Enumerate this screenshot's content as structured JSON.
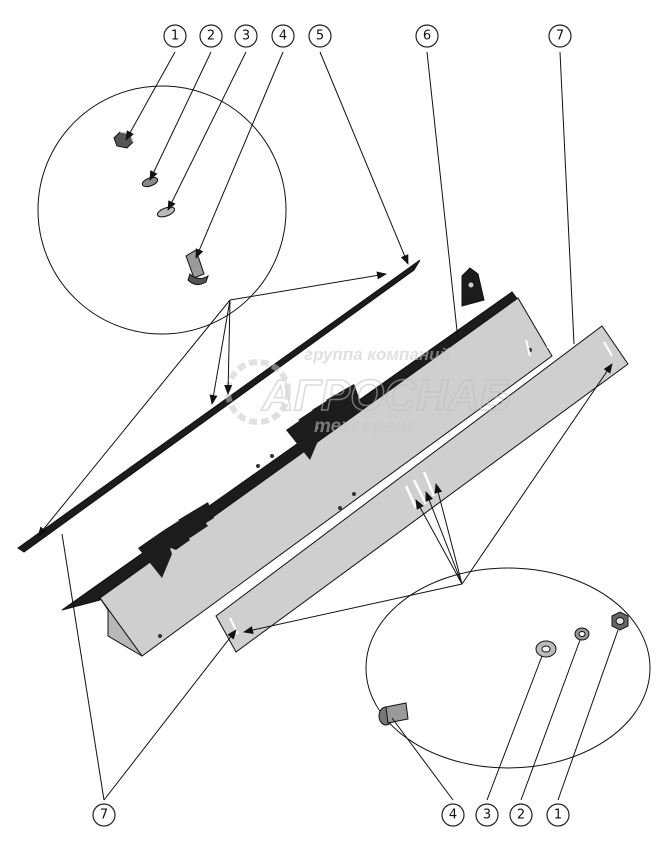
{
  "diagram": {
    "callouts": {
      "top": [
        "1",
        "2",
        "3",
        "4",
        "5",
        "6",
        "7"
      ],
      "bottom_left": "7",
      "bottom_right": [
        "4",
        "3",
        "2",
        "1"
      ]
    }
  },
  "watermark": {
    "line1": "группа компаний",
    "line2": "АГРОСНАБ",
    "line3": "техсервис"
  },
  "colors": {
    "part_fill": "#cfcfcf",
    "part_dark": "#1c1c1c",
    "line": "#111111",
    "watermark": "#c8c8c8"
  }
}
